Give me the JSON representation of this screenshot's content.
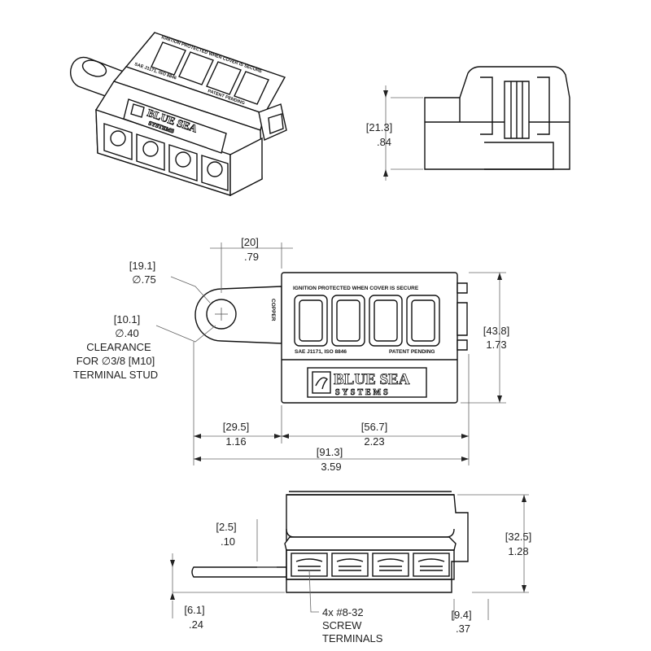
{
  "box_marking": {
    "ignition": "IGNITION PROTECTED WHEN COVER IS SECURE",
    "sae": "SAE J1171, ISO 8846",
    "patent": "PATENT PENDING",
    "copper": "COPPER"
  },
  "brand": {
    "line1": "BLUE SEA",
    "line2": "SYSTEMS"
  },
  "dimensions": {
    "side_height": {
      "mm": "[21.3]",
      "in": ".84"
    },
    "hole_offset": {
      "mm": "[20]",
      "in": ".79"
    },
    "hole_diameter": {
      "mm": "[19.1]",
      "in": "∅.75"
    },
    "clearance_diameter": {
      "mm": "[10.1]",
      "in": "∅.40",
      "label_1": "CLEARANCE",
      "label_2": "FOR ∅3/8 [M10]",
      "label_3": "TERMINAL STUD"
    },
    "top_width": {
      "mm": "[43.8]",
      "in": "1.73"
    },
    "tab_length": {
      "mm": "[29.5]",
      "in": "1.16"
    },
    "body_length": {
      "mm": "[56.7]",
      "in": "2.23"
    },
    "overall_length": {
      "mm": "[91.3]",
      "in": "3.59"
    },
    "tab_thickness": {
      "mm": "[2.5]",
      "in": ".10"
    },
    "front_height": {
      "mm": "[32.5]",
      "in": "1.28"
    },
    "tab_height": {
      "mm": "[6.1]",
      "in": ".24"
    },
    "base_offset": {
      "mm": "[9.4]",
      "in": ".37"
    }
  },
  "callout": {
    "line1": "4x #8-32",
    "line2": "SCREW",
    "line3": "TERMINALS"
  }
}
